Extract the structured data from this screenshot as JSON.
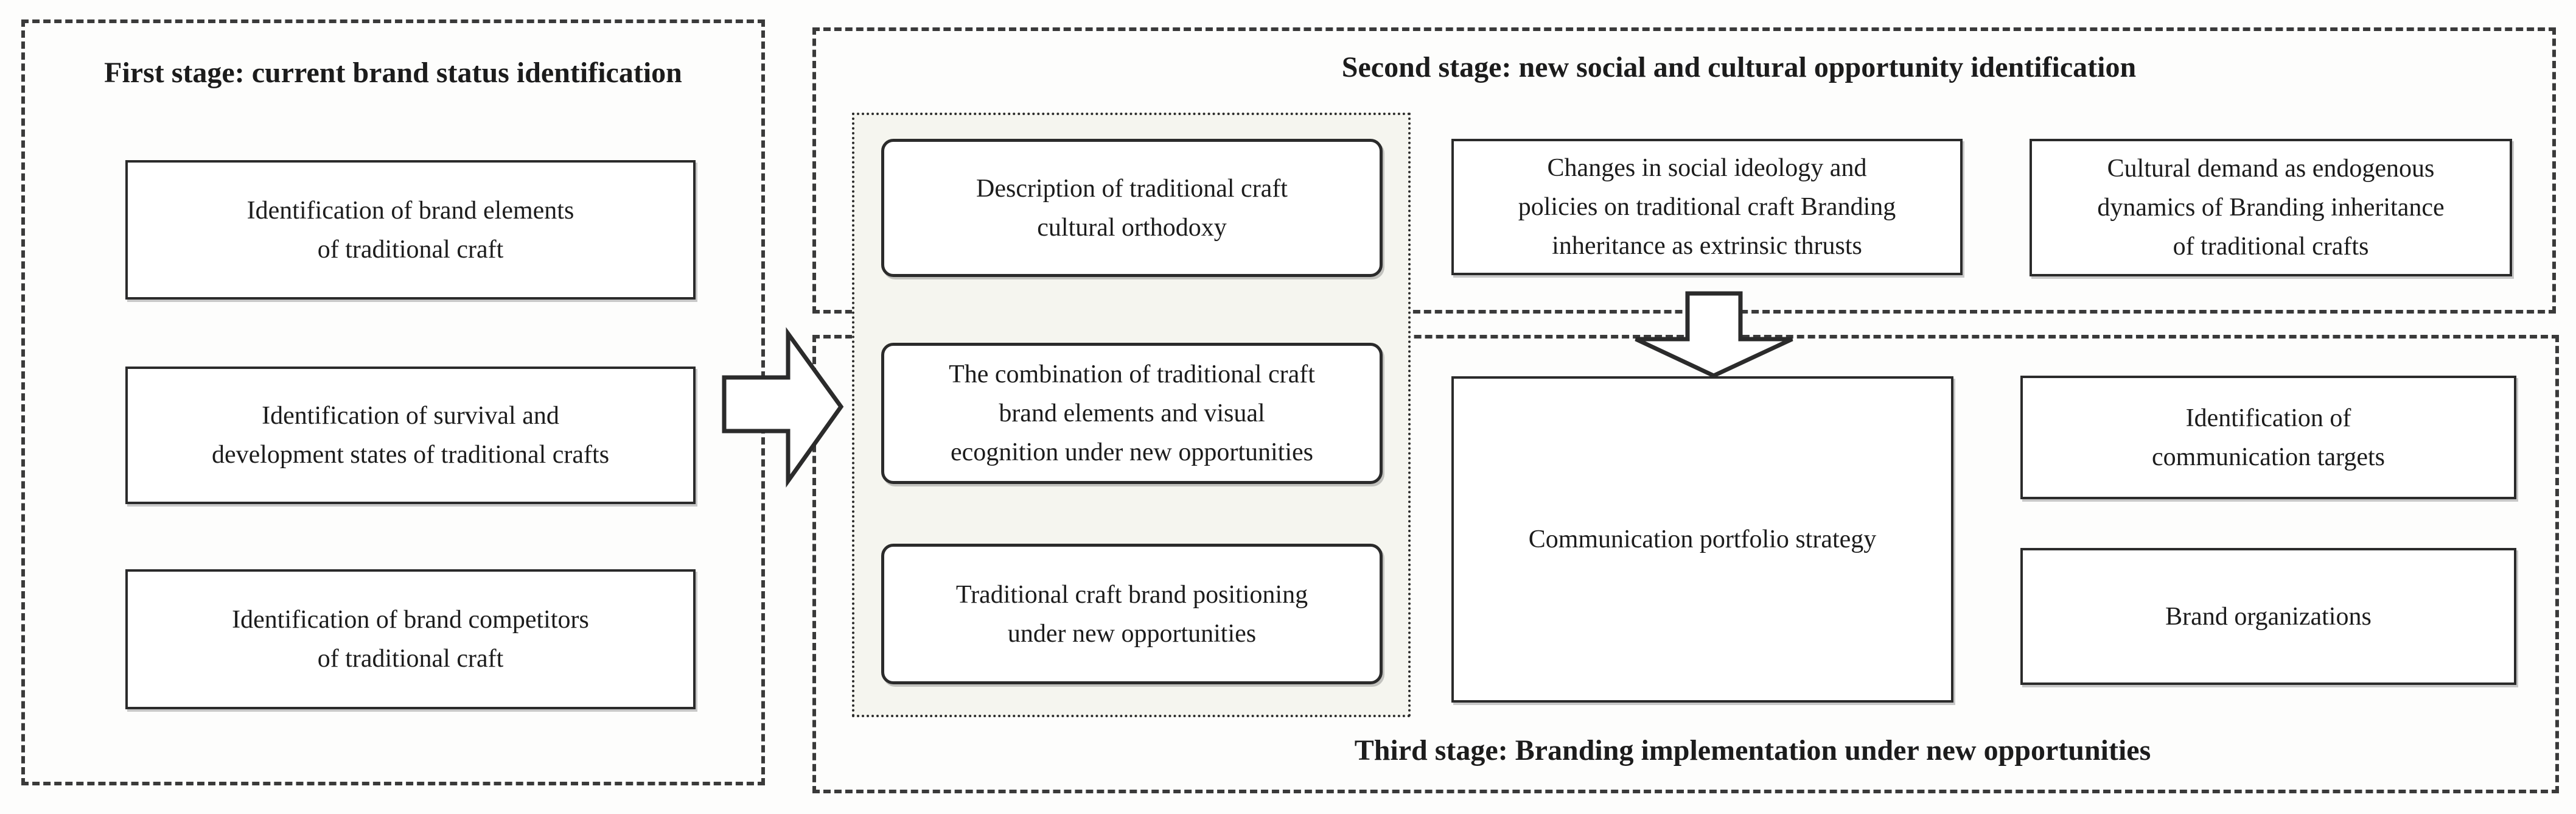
{
  "stages": {
    "first": {
      "title": "First stage: current brand status identification",
      "boxes": [
        {
          "lines": [
            "Identification of  brand elements",
            "of traditional craft"
          ]
        },
        {
          "lines": [
            "Identification of survival and",
            "development states of traditional crafts"
          ]
        },
        {
          "lines": [
            "Identification of brand competitors",
            "of traditional craft"
          ]
        }
      ]
    },
    "second": {
      "title": "Second stage: new social and cultural opportunity identification",
      "boxes": [
        {
          "lines": [
            "Changes in social ideology and",
            "policies on traditional craft Branding",
            "inheritance as extrinsic thrusts"
          ]
        },
        {
          "lines": [
            "Cultural demand as endogenous",
            "dynamics of Branding inheritance",
            "of traditional crafts"
          ]
        }
      ]
    },
    "opportunity_panel": {
      "boxes": [
        {
          "lines": [
            "Description of traditional craft",
            "cultural orthodoxy"
          ]
        },
        {
          "lines": [
            "The combination of traditional craft",
            "brand elements and visual",
            "ecognition under new opportunities"
          ]
        },
        {
          "lines": [
            "Traditional craft brand positioning",
            "under new opportunities"
          ]
        }
      ]
    },
    "third": {
      "title": "Third stage: Branding implementation under new opportunities",
      "boxes": [
        {
          "lines": [
            "Communication portfolio strategy"
          ]
        },
        {
          "lines": [
            "Identification of",
            "communication targets"
          ]
        },
        {
          "lines": [
            "Brand organizations"
          ]
        }
      ]
    }
  },
  "icons": {
    "right_arrow": "flow-arrow-right",
    "down_arrow": "flow-arrow-down"
  },
  "colors": {
    "ink": "#2b2b2b",
    "dashed_border": "#3a3a3a",
    "panel_background": "#f5f5ef",
    "box_background": "#ffffff",
    "page_background": "#fdfdfc"
  }
}
